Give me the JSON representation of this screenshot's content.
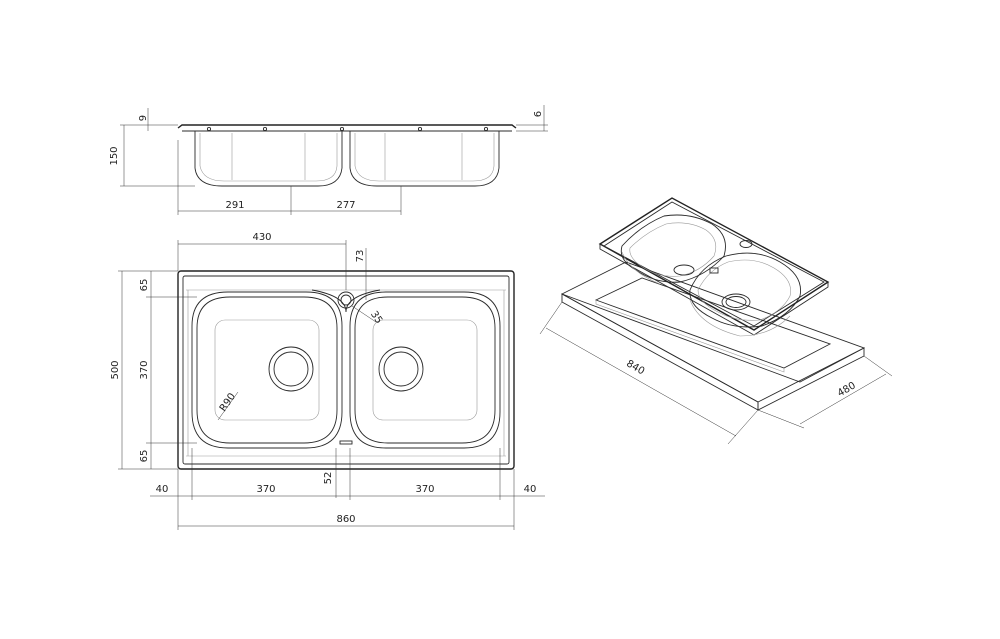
{
  "colors": {
    "line": "#2b2b2b",
    "light": "#9a9a9a",
    "background": "#ffffff"
  },
  "side_view": {
    "dims": {
      "rim_left": "9",
      "rim_right": "6",
      "depth": "150",
      "bowl_left": "291",
      "bowl_right": "277"
    }
  },
  "top_view": {
    "dims": {
      "bowl_width_top": "430",
      "tap_offset": "73",
      "tap_dia": "35",
      "margin_top": "65",
      "height_total": "500",
      "bowl_height": "370",
      "margin_bottom": "65",
      "corner_radius": "R90",
      "center_gap": "52",
      "left_margin": "40",
      "bowl_left_w": "370",
      "bowl_right_w": "370",
      "right_margin": "40",
      "width_total": "860"
    }
  },
  "iso_view": {
    "dims": {
      "cutout_width": "840",
      "cutout_depth": "480"
    }
  }
}
